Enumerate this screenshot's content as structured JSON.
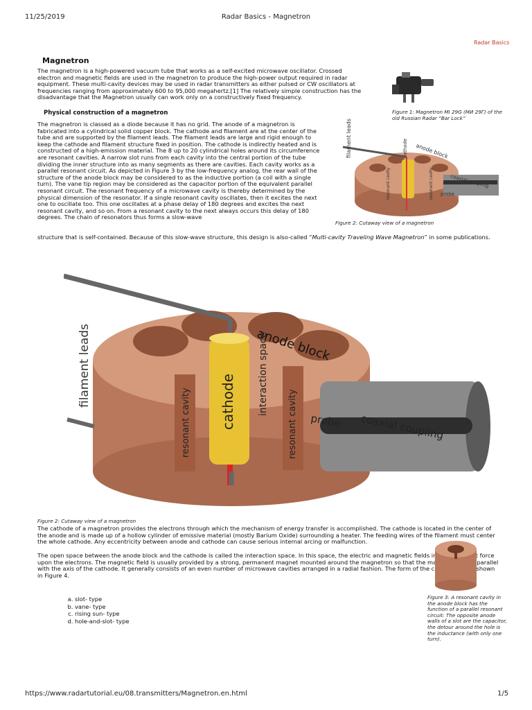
{
  "header": {
    "date": "11/25/2019",
    "title": "Radar Basics - Magnetron"
  },
  "nav": {
    "link": "Radar Basics"
  },
  "article": {
    "title": "Magnetron",
    "intro": "The magnetron is a high-powered vacuum tube that works as a self-excited microwave oscillator. Crossed electron and magnetic fields are used in the magnetron to produce the high-power output required in radar equipment. These multi-cavity devices may be used in radar transmitters as either pulsed or CW oscillators at frequencies ranging from approximately 600 to 95,000 megahertz.[1] The relatively simple construction has the disadvantage that the Magnetron usually can work only on a constructively fixed frequency.",
    "section1_title": "Physical construction of a magnetron",
    "section1_text": "The magnetron is classed as a diode because it has no grid. The anode of a magnetron is fabricated into a cylindrical solid copper block. The cathode and filament are at the center of the tube and are supported by the filament leads. The filament leads are large and rigid enough to keep the cathode and filament structure fixed in position. The cathode is indirectly heated and is constructed of a high-emission material. The 8 up to 20 cylindrical holes around its circumference are resonant cavities. A narrow slot runs from each cavity into the central portion of the tube dividing the inner structure into as many segments as there are cavities. Each cavity works as a parallel resonant circuit. As depicted in Figure 3 by the low-frequency analog, the rear wall of the structure of the anode block may be considered to as the inductive portion (a coil with a single turn). The vane tip region may be considered as the capacitor portion of the equivalent parallel resonant circuit. The resonant frequency of a microwave cavity is thereby determined by the physical dimension of the resonator. If a single resonant cavity oscillates, then it excites the next one to oscillate too. This one oscillates at a phase delay of 180 degrees and excites the next resonant cavity, and so on. From a resonant cavity to the next always occurs this delay of 180 degrees. The chain of resonators thus forms a slow-wave",
    "section1_cont_a": "structure that is self-contained. Because of this slow-wave structure, this design is also-called “",
    "section1_cont_em": "Multi-cavity Traveling Wave Magnetron",
    "section1_cont_b": "” in some publications.",
    "fig1_caption": "Figure 1: Magnetron MI 29G (МИ 29Г) of the old Russian Radar “Bar Lock”",
    "fig2_caption_small": "Figure 2: Cutaway view of a magnetron",
    "fig2_caption": "Figure 2: Cutaway view of a magnetron",
    "p_cathode": "The cathode of a magnetron provides the electrons through which the mechanism of energy transfer is accomplished. The cathode is located in the center of the anode and is made up of a hollow cylinder of emissive material (mostly Barium Oxide) surrounding a heater. The feeding wires of the filament must center the whole cathode. Any eccentricity between anode and cathode can cause serious internal arcing or malfunction.",
    "p_space": "The open space between the anode block and the cathode is called the interaction space. In this space, the electric and magnetic fields interact to exert force upon the electrons. The magnetic field is usually provided by a strong, permanent magnet mounted around the magnetron so that the magnetic field is parallel with the axis of the cathode. It generally consists of an even number of microwave cavities arranged in a radial fashion. The form of the cavities varies, shown in Figure 4.",
    "cavity_types": [
      "slot- type",
      "vane- type",
      "rising sun- type",
      "hole-and-slot- type"
    ],
    "fig3_caption": "Figure 3: A resonant cavity in the anode block has the function of a parallel resonant circuit: The opposite anode walls of a slot are the capacitor, the detour around the hole is the inductance (with only one turn)."
  },
  "labels": {
    "filament": "filament leads",
    "anode": "anode block",
    "cathode": "cathode",
    "interaction": "interaction space",
    "resonant": "resonant cavity",
    "probe": "probe",
    "coaxial": "coaxial coupling"
  },
  "footer": {
    "url": "https://www.radartutorial.eu/08.transmitters/Magnetron.en.html",
    "page": "1/5"
  },
  "colors": {
    "copper": "#c98a6e",
    "copper_dark": "#8e5238",
    "cathode": "#e8c233",
    "link": "#c0392b"
  }
}
